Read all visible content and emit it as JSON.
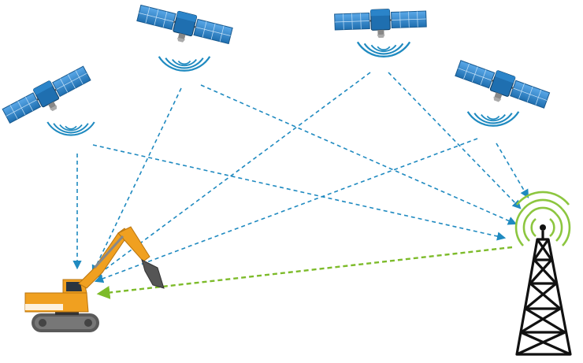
{
  "diagram": {
    "colors": {
      "satellite_body": "#1f6fb0",
      "satellite_panel": "#3b8fd6",
      "satellite_signal_dash": "#1f8ac0",
      "tower_signal_dash": "#7dbb2a",
      "tower_structure": "#111111",
      "tower_waves": "#8cc63f",
      "excavator_body": "#f0a020",
      "excavator_track": "#555555"
    },
    "icons": {
      "satellite": "satellite-icon",
      "broadcast_waves": "radio-waves-icon",
      "tower": "radio-tower-icon",
      "excavator": "excavator-icon"
    },
    "satellites": [
      {
        "name": "satellite-1"
      },
      {
        "name": "satellite-2"
      },
      {
        "name": "satellite-3"
      },
      {
        "name": "satellite-4"
      }
    ],
    "links": [
      {
        "from": "satellite-1",
        "to": "excavator",
        "kind": "satellite"
      },
      {
        "from": "satellite-1",
        "to": "tower",
        "kind": "satellite"
      },
      {
        "from": "satellite-2",
        "to": "excavator",
        "kind": "satellite"
      },
      {
        "from": "satellite-2",
        "to": "tower",
        "kind": "satellite"
      },
      {
        "from": "satellite-3",
        "to": "excavator",
        "kind": "satellite"
      },
      {
        "from": "satellite-3",
        "to": "tower",
        "kind": "satellite"
      },
      {
        "from": "satellite-4",
        "to": "excavator",
        "kind": "satellite"
      },
      {
        "from": "satellite-4",
        "to": "tower",
        "kind": "satellite"
      },
      {
        "from": "tower",
        "to": "excavator",
        "kind": "correction"
      }
    ]
  }
}
